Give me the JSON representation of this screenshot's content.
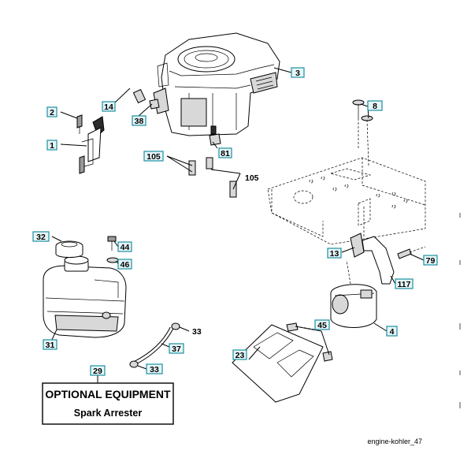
{
  "callouts": {
    "c1": "1",
    "c2": "2",
    "c3": "3",
    "c4": "4",
    "c8": "8",
    "c13": "13",
    "c14": "14",
    "c23": "23",
    "c29": "29",
    "c31": "31",
    "c32": "32",
    "c37": "37",
    "c38": "38",
    "c44": "44",
    "c45": "45",
    "c46": "46",
    "c79": "79",
    "c81": "81",
    "c105": "105",
    "c117": "117",
    "c33": "33"
  },
  "plain_labels": {
    "p105": "105",
    "p33": "33"
  },
  "optional_note": {
    "title": "OPTIONAL EQUIPMENT",
    "subtitle": "Spark Arrester"
  },
  "footer_caption": "engine-kohler_47",
  "colors": {
    "callout_fill": "#e6f6f8",
    "callout_stroke": "#1b8fa0",
    "line": "#000000"
  }
}
